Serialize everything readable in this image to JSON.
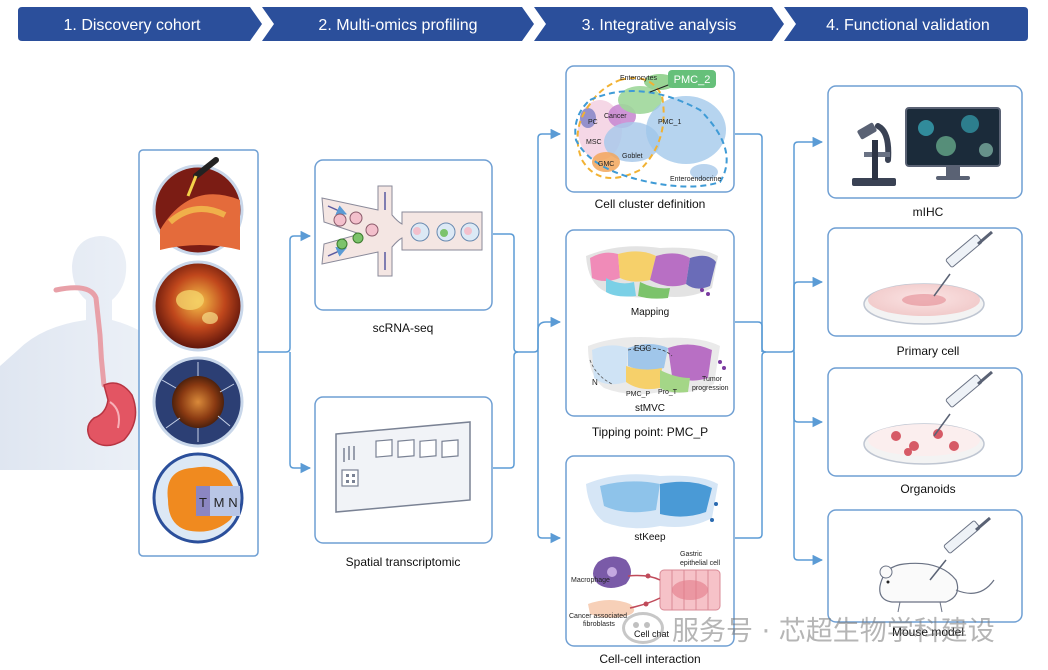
{
  "stages": [
    {
      "label": "1. Discovery cohort"
    },
    {
      "label": "2. Multi-omics profiling"
    },
    {
      "label": "3. Integrative analysis"
    },
    {
      "label": "4. Functional validation"
    }
  ],
  "tmn": {
    "t": "T",
    "m": "M",
    "n": "N"
  },
  "omics": {
    "scrna_label": "scRNA-seq",
    "spatial_label": "Spatial transcriptomic"
  },
  "analysis": {
    "cluster": {
      "caption": "Cell cluster definition",
      "labels": {
        "pmc2": "PMC_2",
        "enterocytes": "Enterocytes",
        "cancer": "Cancer",
        "pc": "PC",
        "msc": "MSC",
        "gmc": "GMC",
        "goblet": "Goblet",
        "pmc1": "PMC_1",
        "enteroendocrine": "Enteroendocrine"
      }
    },
    "tipping": {
      "mapping": "Mapping",
      "stmvc": "stMVC",
      "caption": "Tipping point: PMC_P",
      "labels": {
        "egc": "EGC",
        "n": "N",
        "pmcp": "PMC_P",
        "prot": "Pro_T",
        "tumor1": "Tumor",
        "tumor2": "progression"
      }
    },
    "cellcell": {
      "stkeep": "stKeep",
      "gastric1": "Gastric",
      "gastric2": "epithelial cell",
      "macrophage": "Macrophage",
      "caf1": "Cancer associated",
      "caf2": "fibroblasts",
      "cellchat": "Cell chat",
      "caption": "Cell-cell interaction"
    }
  },
  "validation": {
    "mihc": "mIHC",
    "primary": "Primary cell",
    "organoids": "Organoids",
    "mouse": "Mouse model"
  },
  "watermark": "服务号 · 芯超生物学科建设",
  "colors": {
    "banner": "#2b4f9b",
    "box_border": "#6f9fd3",
    "connector": "#5b9bd5"
  }
}
